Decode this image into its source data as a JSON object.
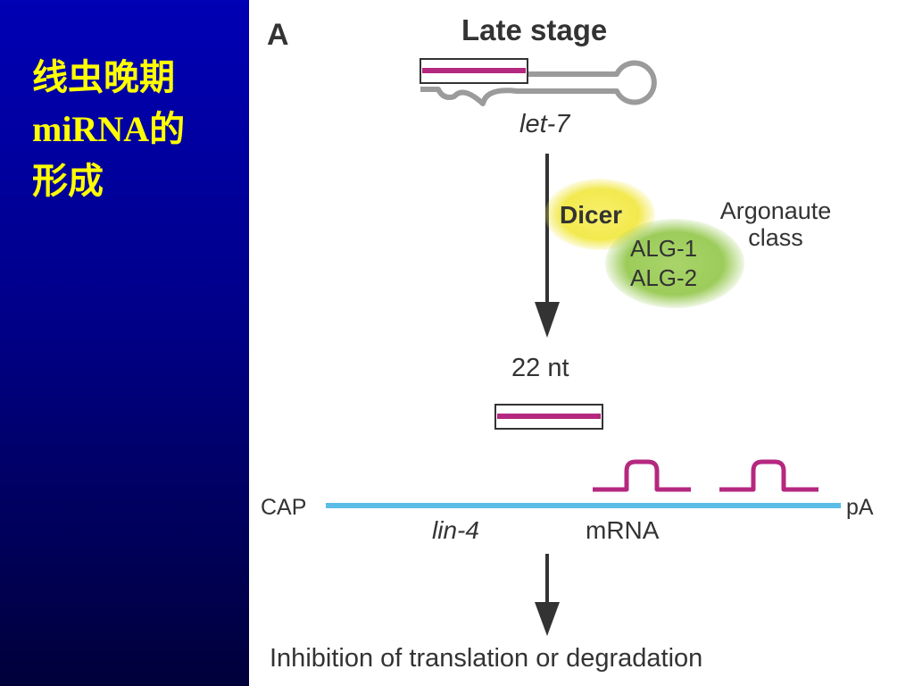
{
  "slide": {
    "title_lines": [
      "线虫晚期",
      "miRNA的",
      "形成"
    ]
  },
  "figure": {
    "panel_label": "A",
    "stage_label": "Late stage",
    "precursor_label": "let-7",
    "enzyme_label": "Dicer",
    "argonaute_proteins": [
      "ALG-1",
      "ALG-2"
    ],
    "argonaute_class_lines": [
      "Argonaute",
      "class"
    ],
    "mature_length_label": "22 nt",
    "mrna_cap_label": "CAP",
    "mrna_polya_label": "pA",
    "mrna_gene_label": "lin-4",
    "mrna_label": "mRNA",
    "outcome_label": "Inhibition of translation or degradation"
  },
  "colors": {
    "background_blue": "#0000b4",
    "title_yellow": "#ffff00",
    "mirna_magenta": "#b5287f",
    "mrna_blue": "#5bbde8",
    "dicer_yellow": "#f2e94e",
    "argonaute_green": "#9ccc5a",
    "hairpin_gray": "#9b9b9b"
  }
}
